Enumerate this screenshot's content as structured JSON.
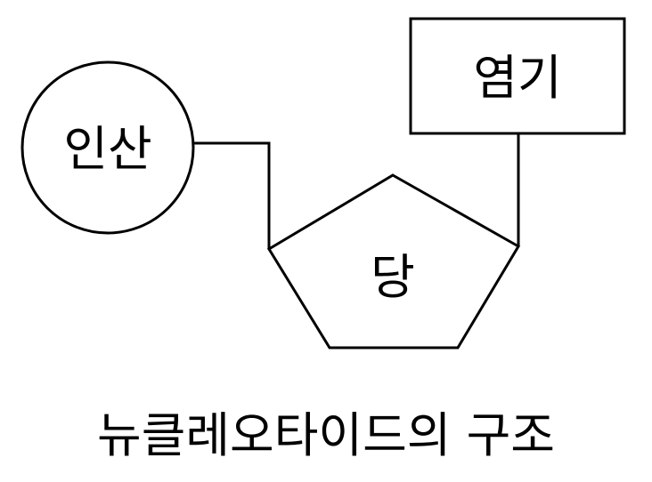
{
  "nodes": {
    "phosphate": "인산",
    "base": "염기",
    "sugar": "당"
  },
  "caption": "뉴클레오타이드의 구조"
}
